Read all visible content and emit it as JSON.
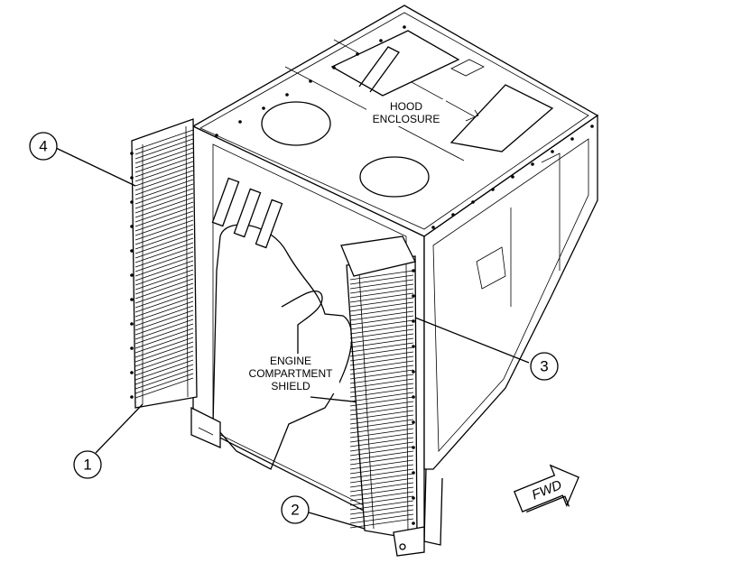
{
  "labels": {
    "hood_line1": "HOOD",
    "hood_line2": "ENCLOSURE",
    "engine_line1": "ENGINE",
    "engine_line2": "COMPARTMENT",
    "engine_line3": "SHIELD"
  },
  "callouts": [
    "1",
    "2",
    "3",
    "4"
  ],
  "direction_arrow": "FWD",
  "colors": {
    "ink": "#000000",
    "paper": "#ffffff"
  }
}
